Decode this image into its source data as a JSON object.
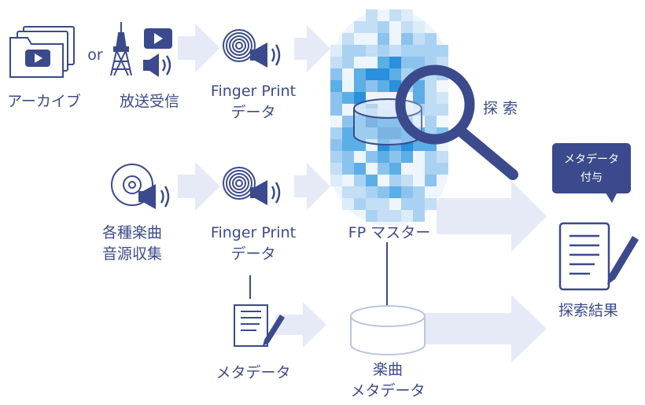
{
  "colors": {
    "primary": "#3b4a8c",
    "arrow": "#e6eaf7",
    "pixel_palette": [
      "#dcecf8",
      "#c3def5",
      "#a9d2f2",
      "#8cc3ee",
      "#5caee6",
      "#2a8fdc",
      "#0f6fc6"
    ]
  },
  "sources": {
    "archive": {
      "label": "アーカイブ",
      "icon": "video-folder-icon"
    },
    "or_label": "or",
    "broadcast": {
      "label": "放送受信",
      "icons": [
        "broadcast-tower-icon",
        "play-icon",
        "speaker-icon"
      ]
    },
    "music": {
      "line1": "各種楽曲",
      "line2": "音源収集",
      "icon": "cd-speaker-icon"
    },
    "metadata": {
      "label": "メタデータ",
      "icon": "document-pen-icon"
    }
  },
  "fingerprints": {
    "top": {
      "line1": "Finger Print",
      "line2": "データ",
      "icon": "fingerprint-speaker-icon"
    },
    "middle": {
      "line1": "Finger Print",
      "line2": "データ",
      "icon": "fingerprint-speaker-icon"
    }
  },
  "master": {
    "label": "FP マスター",
    "icon": "pixel-mosaic-database-icon"
  },
  "search": {
    "label": "探 索",
    "icon": "magnifier-icon"
  },
  "music_metadata": {
    "line1": "楽曲",
    "line2": "メタデータ",
    "icon": "database-icon"
  },
  "result": {
    "bubble_line1": "メタデータ",
    "bubble_line2": "付与",
    "label": "探索結果",
    "icon": "result-document-pen-icon"
  }
}
